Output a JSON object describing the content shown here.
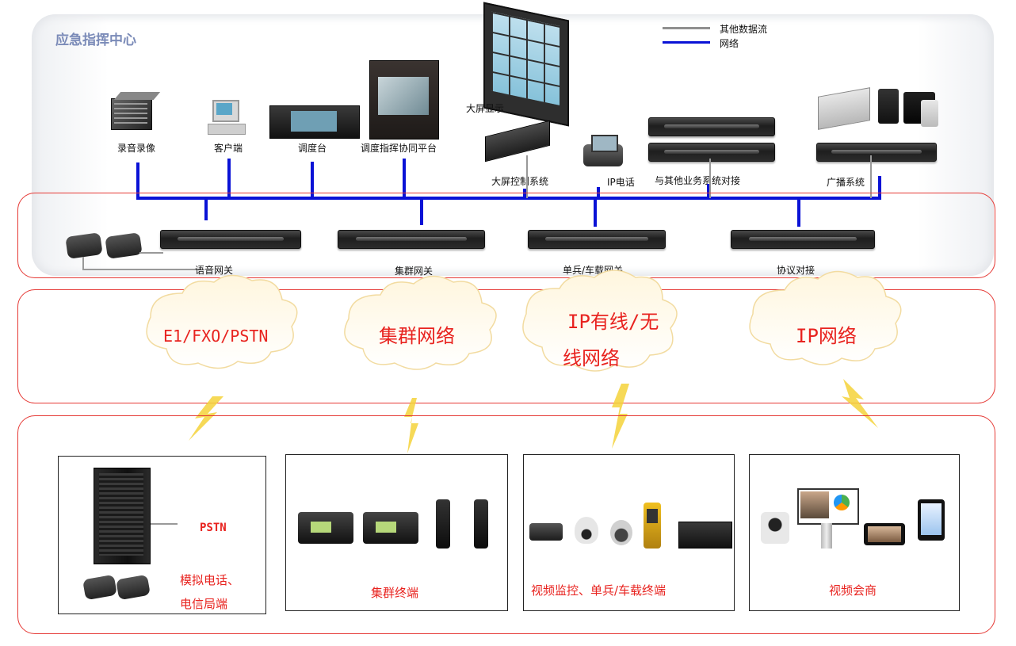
{
  "title": "应急指挥中心",
  "legend": {
    "other_data": "其他数据流",
    "network": "网络"
  },
  "colors": {
    "network_line": "#0a12d6",
    "other_line": "#999999",
    "accent_red": "#e8231f",
    "title_blue": "#7b8bb8",
    "bolt": "#f5d23a"
  },
  "devices": {
    "recording": "录音录像",
    "client": "客户端",
    "dispatch_console": "调度台",
    "dispatch_platform": "调度指挥协同平台",
    "big_screen_display": "大屏显示",
    "big_screen_control": "大屏控制系统",
    "ip_phone": "IP电话",
    "other_biz": "与其他业务系统对接",
    "broadcast": "广播系统"
  },
  "gateways": {
    "voice": "语音网关",
    "trunk": "集群网关",
    "soldier_vehicle": "单兵/车载网关",
    "protocol": "协议对接"
  },
  "networks": {
    "pstn": "E1/FXO/PSTN",
    "trunk": "集群网络",
    "ip_wired_1": "IP有线/无",
    "ip_wired_2": "线网络",
    "ip": "IP网络"
  },
  "terminals": {
    "analog_pstn": "PSTN",
    "analog_1": "模拟电话、",
    "analog_2": "电信局端",
    "trunk": "集群终端",
    "video": "视频监控、单兵/车载终端",
    "conference": "视频会商"
  }
}
